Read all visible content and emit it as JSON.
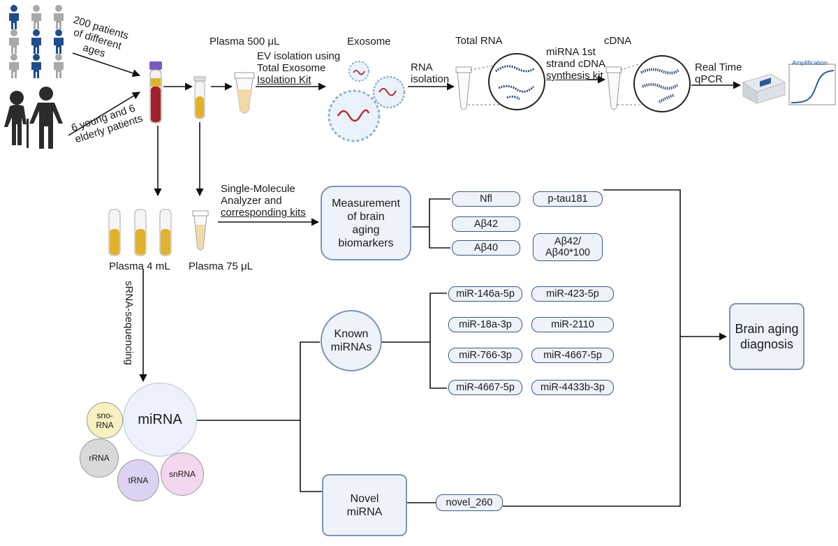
{
  "top_flow": {
    "patients_200": "200 patients of different ages",
    "patients_200_lines": [
      "200 patients",
      "of different",
      "ages"
    ],
    "patients_young_elderly_lines": [
      "6 young and 6",
      "elderly patients"
    ],
    "plasma_500": "Plasma 500 μL",
    "ev_isolation_lines": [
      "EV isolation using",
      "Total Exosome",
      "Isolation Kit"
    ],
    "exosome": "Exosome",
    "rna_isolation_lines": [
      "RNA",
      "isolation"
    ],
    "total_rna": "Total RNA",
    "cdna": "cDNA",
    "mirna_synthesis_lines": [
      "miRNA 1st",
      "strand cDNA",
      "synthesis kit"
    ],
    "qpcr_lines": [
      "Real Time",
      "qPCR"
    ],
    "amplification": "Amplification"
  },
  "middle_flow": {
    "sma_lines": [
      "Single-Molecule",
      "Analyzer and",
      "corresponding kits"
    ],
    "measurement_lines": [
      "Measurement",
      "of brain",
      "aging",
      "biomarkers"
    ],
    "plasma_4": "Plasma 4 mL",
    "plasma_75": "Plasma 75  μL",
    "srna_seq": "sRNA-sequencing",
    "biomarkers": [
      "Nfl",
      "p-tau181",
      "Aβ42",
      "Aβ40"
    ],
    "ratio_lines": [
      "Aβ42/",
      "Aβ40*100"
    ]
  },
  "mirna": {
    "known_lines": [
      "Known",
      "miRNAs"
    ],
    "novel_lines": [
      "Novel",
      "miRNA"
    ],
    "known_list": [
      "miR-146a-5p",
      "miR-423-5p",
      "miR-18a-3p",
      "miR-2110",
      "miR-766-3p",
      "miR-4667-5p",
      "miR-4667-5p",
      "miR-4433b-3p"
    ],
    "novel_item": "novel_260",
    "center": "miRNA",
    "others": {
      "snorna_lines": [
        "sno-",
        "RNA"
      ],
      "rrna": "rRNA",
      "trna": "tRNA",
      "snrna": "snRNA"
    }
  },
  "diagnosis_lines": [
    "Brain aging",
    "diagnosis"
  ],
  "colors": {
    "person_blue": "#1f4e8a",
    "person_gray": "#a9a9a9",
    "person_dark": "#2b2b2b",
    "pill_border": "#3d5a80",
    "box_fill": "#eef2fa",
    "blood_red": "#a3202a",
    "plasma_yellow": "#e2b22a",
    "tube_cap": "#7a5bbd",
    "circle_center": "#eef1fb",
    "snorna": "#f7f0c0",
    "rrna": "#d9d9d9",
    "trna": "#ddd2f2",
    "snrna": "#f4d6ee",
    "curve": "#2e5a9a",
    "rna_strand": "#2a4a7a"
  }
}
